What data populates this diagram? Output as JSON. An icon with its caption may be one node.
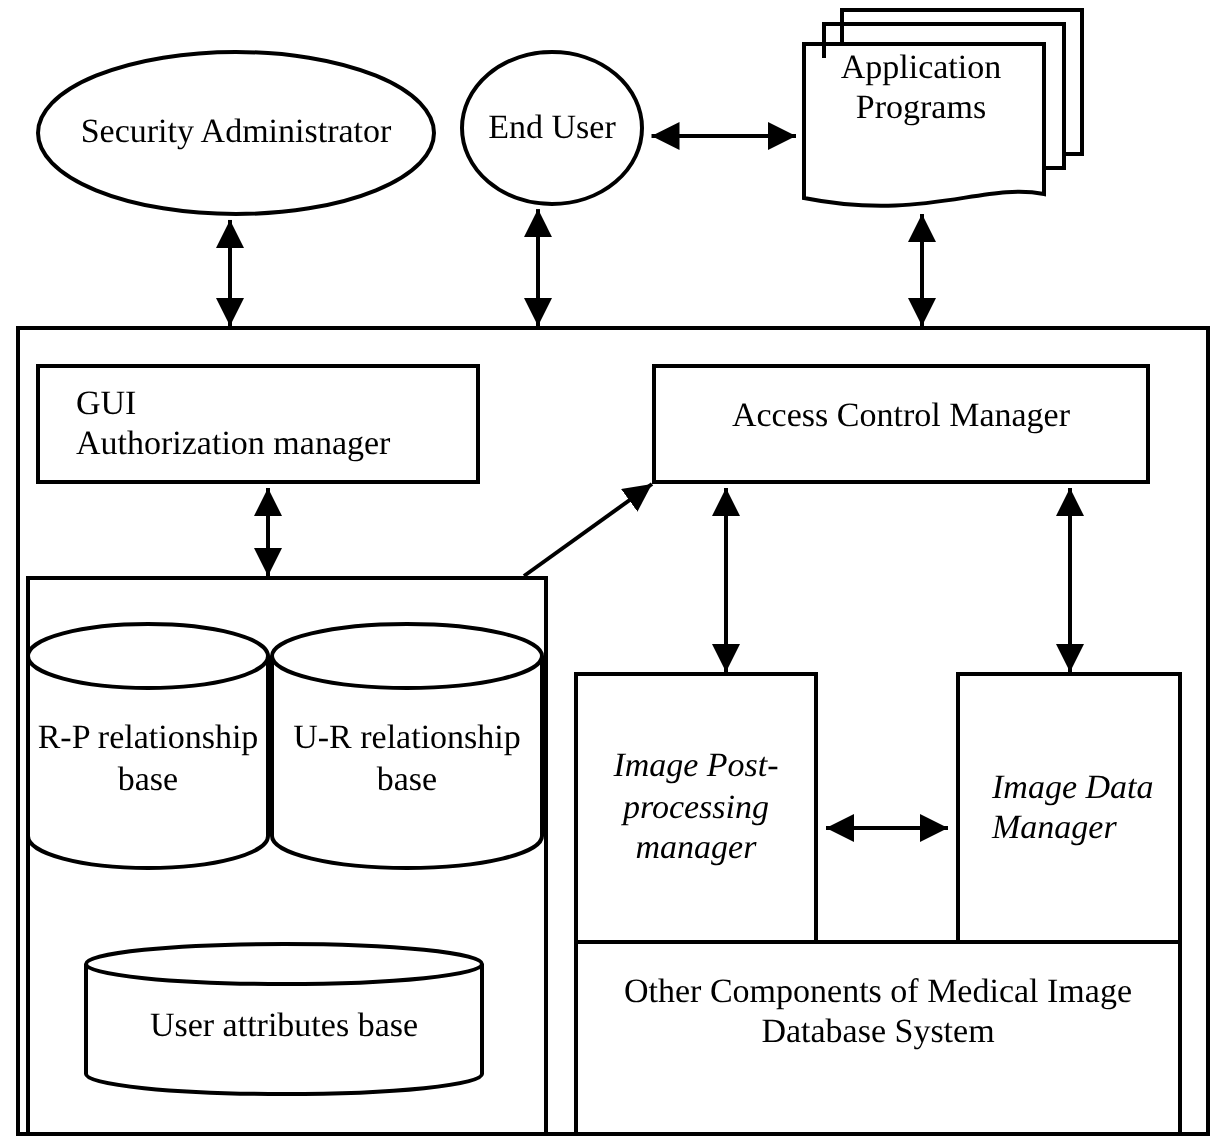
{
  "diagram": {
    "nodes": [
      {
        "text": [
          "Security Administrator"
        ]
      },
      {
        "text": [
          "End User"
        ]
      },
      {
        "text": [
          "Application Programs"
        ]
      },
      {
        "text": [],
        "shape": "box"
      },
      {
        "text": [
          "GUI",
          "Authorization manager"
        ],
        "in": 3
      },
      {
        "text": [
          "Access Control Manager"
        ],
        "in": 3
      },
      {
        "text": [],
        "shape": "box",
        "in": 3
      },
      {
        "text": [
          "R-P relationship base"
        ],
        "in": 6
      },
      {
        "text": [
          "U-R relationship base"
        ],
        "in": 6
      },
      {
        "text": [
          "User attributes base"
        ],
        "in": 6
      },
      {
        "text": [
          "Image Post-processing manager"
        ],
        "in": 3
      },
      {
        "text": [
          "Image Data Manager"
        ],
        "in": 3
      },
      {
        "text": [
          "Other Components of Medical Image Database System"
        ],
        "in": 3
      }
    ],
    "edges": [
      {
        "from": 0,
        "to": 3,
        "arrow": "both"
      },
      {
        "from": 1,
        "to": 3,
        "arrow": "both"
      },
      {
        "from": 1,
        "to": 2,
        "arrow": "both"
      },
      {
        "from": 2,
        "to": 3,
        "arrow": "both"
      },
      {
        "from": 4,
        "to": 6,
        "arrow": "both"
      },
      {
        "from": 6,
        "to": 5,
        "arrow": "to"
      },
      {
        "from": 5,
        "to": 10,
        "arrow": "both"
      },
      {
        "from": 5,
        "to": 11,
        "arrow": "both"
      },
      {
        "from": 10,
        "to": 11,
        "arrow": "both"
      }
    ]
  }
}
